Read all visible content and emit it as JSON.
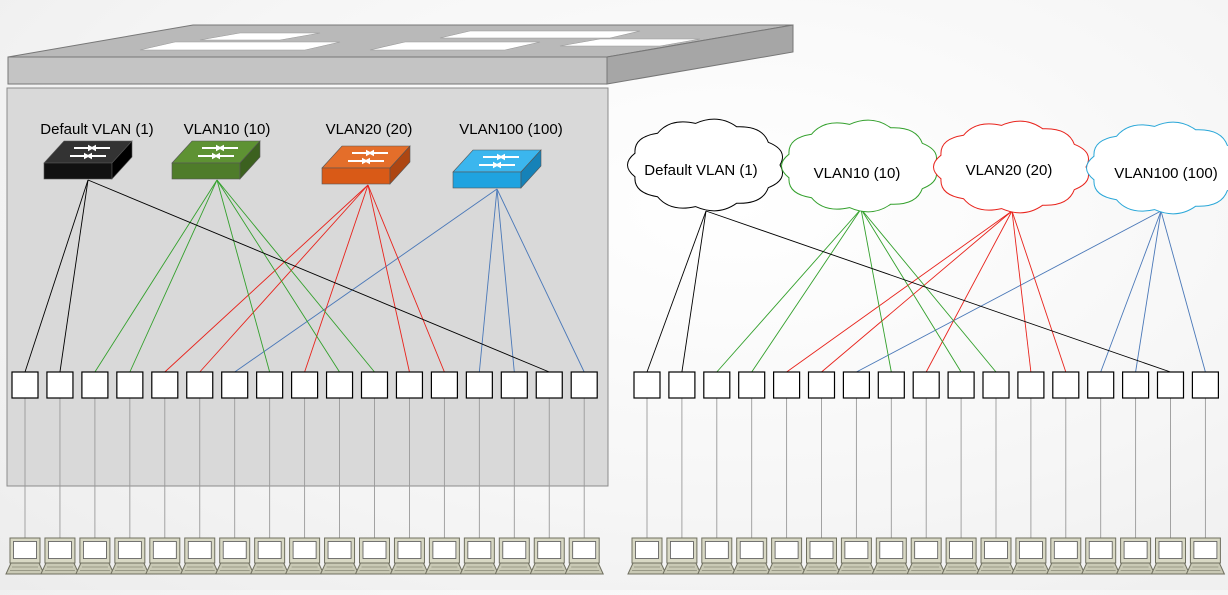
{
  "left_diagram": {
    "vlans": [
      {
        "label": "Default VLAN (1)",
        "color": "#000000",
        "switch_fill": "#111111",
        "switch_top": "#333333",
        "switch_side": "#000000"
      },
      {
        "label": "VLAN10 (10)",
        "color": "#33a02c",
        "switch_fill": "#4f7c2a",
        "switch_top": "#5e9233",
        "switch_side": "#3c611f"
      },
      {
        "label": "VLAN20 (20)",
        "color": "#e8231c",
        "switch_fill": "#d95a17",
        "switch_top": "#e46e2a",
        "switch_side": "#ad4612"
      },
      {
        "label": "VLAN100 (100)",
        "color": "#4a78b8",
        "switch_fill": "#1fa3e0",
        "switch_top": "#3bb6ee",
        "switch_side": "#1682b8"
      }
    ],
    "port_vlan_map": [
      0,
      0,
      1,
      1,
      2,
      2,
      3,
      1,
      2,
      1,
      1,
      2,
      2,
      3,
      3,
      0,
      3
    ]
  },
  "right_diagram": {
    "vlans": [
      {
        "label": "Default VLAN (1)",
        "color": "#000000"
      },
      {
        "label": "VLAN10 (10)",
        "color": "#33a02c"
      },
      {
        "label": "VLAN20 (20)",
        "color": "#e8231c"
      },
      {
        "label": "VLAN100 (100)",
        "color": "#2aa7d8"
      }
    ],
    "port_vlan_map": [
      0,
      0,
      1,
      1,
      2,
      2,
      3,
      1,
      2,
      1,
      1,
      2,
      2,
      3,
      3,
      0,
      3
    ]
  },
  "colors": {
    "device_frame": "#d9d9d9",
    "chassis_face": "#c4c4c4",
    "chassis_top": "#b3b3b3",
    "wire": "#9a9a9a",
    "pc_fill": "#d8d8c4",
    "pc_edge": "#707060"
  }
}
